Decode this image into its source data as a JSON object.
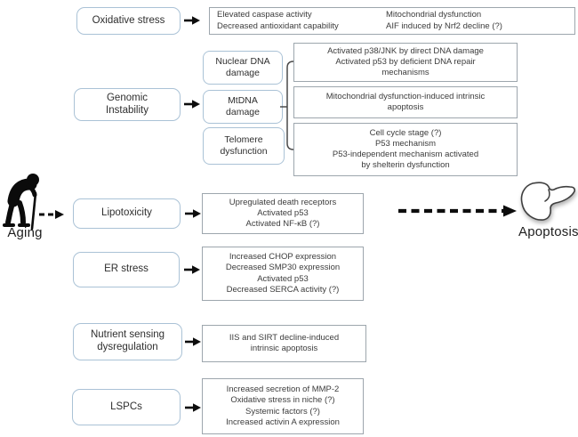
{
  "endpoints": {
    "aging": "Aging",
    "apoptosis": "Apoptosis"
  },
  "oxidative": {
    "label": "Oxidative stress",
    "outcomes_col1": "Elevated caspase activity\nDecreased antioxidant capability",
    "outcomes_col2": "Mitochondrial dysfunction\nAIF induced by Nrf2 decline (?)"
  },
  "genomic": {
    "label": "Genomic\nInstability",
    "sub_nuclear": "Nuclear DNA\ndamage",
    "sub_mtdna": "MtDNA\ndamage",
    "sub_telomere": "Telomere\ndysfunction",
    "outcome_nuclear": "Activated p38/JNK by direct DNA damage\nActivated p53 by deficient DNA repair\nmechanisms",
    "outcome_mtdna": "Mitochondrial dysfunction-induced intrinsic\napoptosis",
    "outcome_telomere": "Cell cycle stage (?)\nP53 mechanism\nP53-independent mechanism activated\nby shelterin dysfunction"
  },
  "lipotoxicity": {
    "label": "Lipotoxicity",
    "outcomes": "Upregulated death receptors\nActivated p53\nActivated NF-κB (?)"
  },
  "er_stress": {
    "label": "ER stress",
    "outcomes": "Increased CHOP expression\nDecreased SMP30 expression\nActivated p53\nDecreased SERCA activity (?)"
  },
  "nutrient_sensing": {
    "label": "Nutrient sensing\ndysregulation",
    "outcomes": "IIS and SIRT decline-induced\nintrinsic apoptosis"
  },
  "lspcs": {
    "label": "LSPCs",
    "outcomes": "Increased secretion of MMP-2\nOxidative stress in niche (?)\nSystemic factors (?)\nIncreased activin A expression"
  },
  "colors": {
    "rounded_box_border": "#aac2d6",
    "outcome_box_border": "#9da6ad",
    "text": "#3c3c3c",
    "arrow_black": "#0d0d0d"
  }
}
